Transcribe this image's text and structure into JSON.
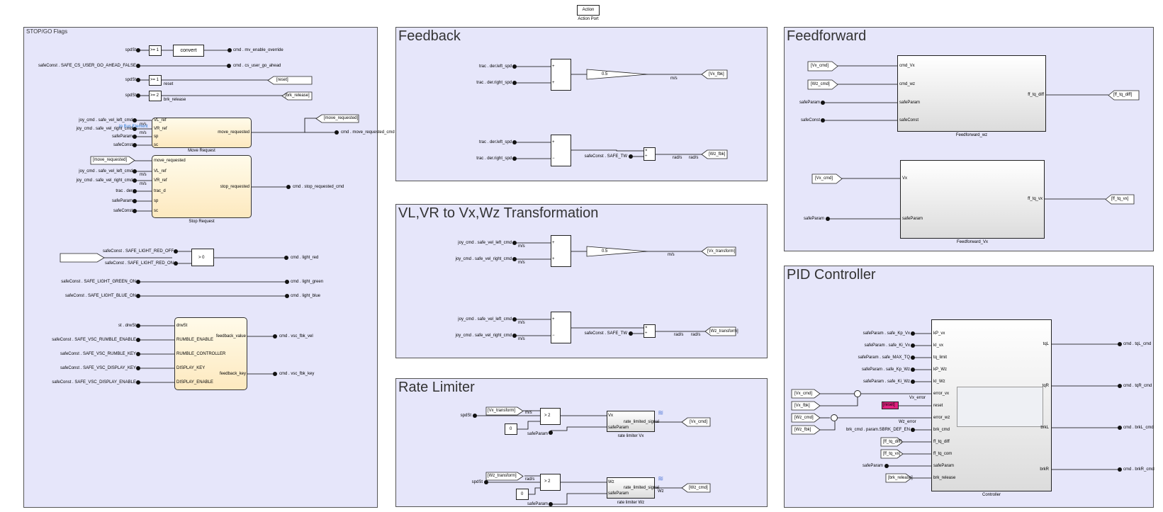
{
  "action_port": {
    "block": "Action",
    "caption": "Action Port"
  },
  "areas": {
    "stopgo": "STOP/GO Flags",
    "feedback": "Feedback",
    "transform": "VL,VR to Vx,Wz Transformation",
    "rate": "Rate Limiter",
    "feedforward": "Feedforward",
    "pid": "PID Controller"
  },
  "stopgo": {
    "spdst1": "spdSt",
    "ge1": ">= 1",
    "convert": "convert",
    "out_override": "cmd . mv_enable_override",
    "go_ahead_in": "safeConst . SAFE_CS_USER_GO_AHEAD_FALSE",
    "go_ahead_out": "cmd . cs_user_go_ahead",
    "spdst2": "spdSt",
    "ge1b": ">= 1",
    "reset_lbl": "reset",
    "reset_tag": "[reset]",
    "spdst3": "spdSt",
    "ge2": ">= 2",
    "brk_lbl": "brk_release",
    "brk_tag": "[brk_release]",
    "mr_in1": "joy_cmd . safe_vel_left_cmd",
    "mr_in2": "joy_cmd . safe_vel_right_cmd",
    "mr_in3": "safeParam",
    "mr_in4": "safeConst",
    "mr_p1": "VL_ref",
    "mr_p2": "VR_ref",
    "mr_p3": "sp",
    "mr_p4": "sc",
    "mr_out": "move_requested",
    "mr_unit1": "m/s",
    "mr_unit2": "m/s",
    "mr_hint": "In Bus Element",
    "mr_cap": "Move Request",
    "mr_tag": "[move_requested]",
    "mr_cmd": "cmd . move_requested_cmd",
    "sr_in0": "[move_requested]",
    "sr_in1": "joy_cmd . safe_vel_left_cmd",
    "sr_in2": "joy_cmd . safe_vel_right_cmd",
    "sr_in3": "trac . der",
    "sr_in4": "safeParam",
    "sr_in5": "safeConst",
    "sr_p0": "move_requested",
    "sr_p1": "VL_ref",
    "sr_p2": "VR_ref",
    "sr_p3": "trac_d",
    "sr_p4": "sp",
    "sr_p5": "sc",
    "sr_unit1": "m/s",
    "sr_unit2": "m/s",
    "sr_out": "stop_requested",
    "sr_cap": "Stop Request",
    "sr_cmd": "cmd . stop_requested_cmd",
    "red_off": "safeConst . SAFE_LIGHT_RED_OFF",
    "red_on": "safeConst . SAFE_LIGHT_RED_ON",
    "sw_lbl": "> 0",
    "red_out": "cmd . light_red",
    "green_in": "safeConst . SAFE_LIGHT_GREEN_ON",
    "green_out": "cmd . light_green",
    "blue_in": "safeConst . SAFE_LIGHT_BLUE_ON",
    "blue_out": "cmd . light_blue",
    "vsc_in1": "st . drwSt",
    "vsc_in2": "safeConst . SAFE_VSC_RUMBLE_ENABLE",
    "vsc_in3": "safeConst . SAFE_VSC_RUMBLE_KEY",
    "vsc_in4": "safeConst . SAFE_VSC_DISPLAY_KEY",
    "vsc_in5": "safeConst . SAFE_VSC_DISPLAY_ENABLE",
    "vsc_p1": "drwSt",
    "vsc_p2": "RUMBLE_ENABLE",
    "vsc_p3": "RUMBLE_CONTROLLER",
    "vsc_p4": "DISPLAY_KEY",
    "vsc_p5": "DISPLAY_ENABLE",
    "vsc_o1": "feedback_value",
    "vsc_o2": "feedback_key",
    "vsc_out1": "cmd . vsc_fbk_vel",
    "vsc_out2": "cmd . vsc_fbk_key"
  },
  "feedback": {
    "in1": "trac . der.left_spd",
    "in2": "trac . der.right_spd",
    "gain": "0.5",
    "unit1": "m/s",
    "tag1": "[Vx_fbk]",
    "in3": "trac . der.left_spd",
    "in4": "trac . der.right_spd",
    "const": "safeConst . SAFE_TW",
    "unit2a": "rad/s",
    "unit2b": "rad/s",
    "tag2": "[Wz_fbk]"
  },
  "transform": {
    "in1": "joy_cmd . safe_vel_left_cmd",
    "in2": "joy_cmd . safe_vel_right_cmd",
    "u1": "m/s",
    "u2": "m/s",
    "gain": "0.5",
    "unit1": "m/s",
    "tag1": "[Vx_transform]",
    "in3": "joy_cmd . safe_vel_left_cmd",
    "in4": "joy_cmd . safe_vel_right_cmd",
    "u3": "m/s",
    "u4": "m/s",
    "const": "safeConst . SAFE_TW",
    "unit2a": "rad/s",
    "unit2b": "rad/s",
    "tag2": "[Wz_transform]"
  },
  "rate": {
    "spd1": "spdSt",
    "tag_in1": "[Vx_transform]",
    "u1": "m/s",
    "zero1": "0",
    "sw1": "> 2",
    "sp1": "safeParam",
    "p1a": "Vx",
    "p1b": "safeParam",
    "sig1": "rate_limited_signal",
    "out1": "[Vx_cmd]",
    "cap1": "rate limiter Vx",
    "spd2": "spdSt",
    "tag_in2": "[Wz_transform]",
    "u2": "rad/s",
    "zero2": "0",
    "sw2": "> 2",
    "sp2": "safeParam",
    "p2a": "Wz",
    "p2b": "safeParam",
    "sig2": "rate_limited_signal",
    "u2out": "Wz",
    "out2": "[Wz_cmd]",
    "cap2": "rate limiter Wz"
  },
  "feedforward": {
    "in1": "[Vx_cmd]",
    "in2": "[Wz_cmd]",
    "in3": "safeParam",
    "in4": "safeConst",
    "p1": "cmd_Vx",
    "p2": "cmd_wz",
    "p3": "safeParam",
    "p4": "safeConst",
    "pout": "ff_tq_diff",
    "cap1": "Feedforward_wz",
    "tag1": "[ff_tq_diff]",
    "in5": "[Vx_cmd]",
    "in6": "safeParam",
    "p5": "Vx",
    "p6": "safeParam",
    "pout2": "ff_tq_vx",
    "cap2": "Feedforward_Vx",
    "tag2": "[ff_tq_vx]"
  },
  "pid": {
    "in1": "safeParam . safe_Kp_Vx",
    "in2": "safeParam . safe_Ki_Vx",
    "in3": "safeParam . safe_MAX_TQ",
    "in4": "safeParam . safe_Kp_Wz",
    "in5": "safeParam . safe_Ki_Wz",
    "vxcmd": "[Vx_cmd]",
    "vxfbk": "[Vx_fbk]",
    "wzcmd": "[Wz_cmd]",
    "wzfbk": "[Wz_fbk]",
    "vx_err": "Vx_error",
    "wz_err": "Wz_error",
    "reset": "[reset]",
    "brk_in": "brk_cmd . param.SBRK_DEF_EN",
    "ffd": "[ff_tq_diff]",
    "ffv": "[ff_tq_vx]",
    "sp": "safeParam",
    "brk": "[brk_release]",
    "p1": "kP_vx",
    "p2": "kI_vx",
    "p3": "tq_limit",
    "p4": "kP_Wz",
    "p5": "kI_Wz",
    "p6": "error_vx",
    "p7": "reset",
    "p8": "error_wz",
    "p9": "brk_cmd",
    "p10": "ff_tq_diff",
    "p11": "ff_tq_com",
    "p12": "safeParam",
    "p13": "brk_release",
    "o1": "tqL",
    "o2": "tqR",
    "o3": "brkL",
    "o4": "brkR",
    "out1": "cmd . tqL_cmd",
    "out2": "cmd . tqR_cmd",
    "out3": "cmd . brkL_cmd",
    "out4": "cmd . brkR_cmd",
    "cap": "Controller"
  },
  "colors": {
    "area": "#e6e6fa",
    "chart": "#fdeec8",
    "reset_tag": "#e0217f"
  }
}
